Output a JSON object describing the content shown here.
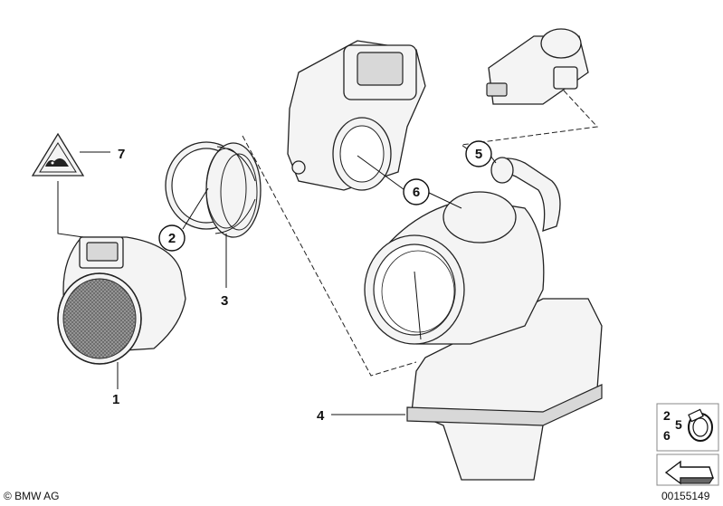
{
  "diagram": {
    "callouts": [
      {
        "id": "1",
        "label": "1"
      },
      {
        "id": "2",
        "label": "2"
      },
      {
        "id": "3",
        "label": "3"
      },
      {
        "id": "4",
        "label": "4"
      },
      {
        "id": "5",
        "label": "5"
      },
      {
        "id": "6",
        "label": "6"
      },
      {
        "id": "7",
        "label": "7"
      }
    ],
    "legend": {
      "num_top": "2",
      "num_mid": "5",
      "num_bottom": "6"
    },
    "footer": {
      "copyright": "© BMW AG",
      "drawing_number": "00155149"
    }
  }
}
